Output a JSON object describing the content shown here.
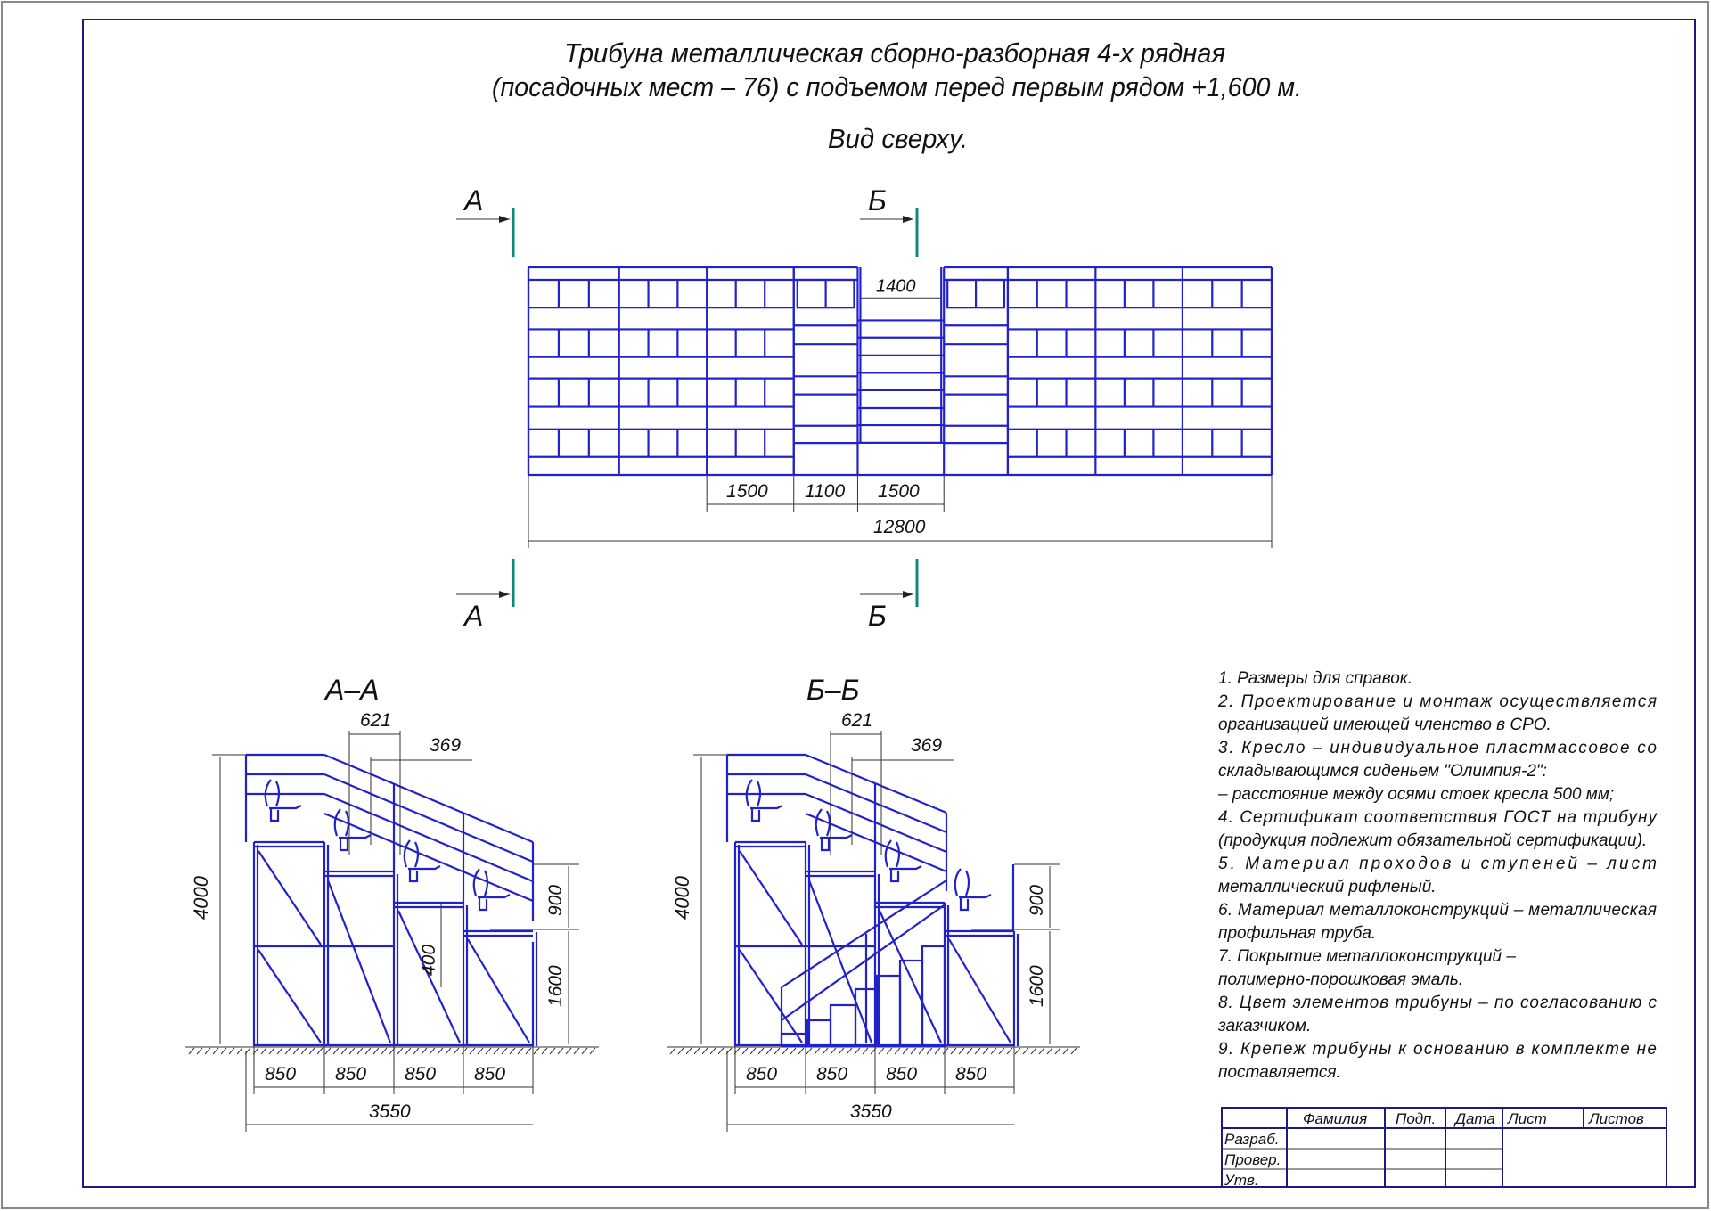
{
  "title": {
    "line1": "Трибуна металлическая сборно-разборная 4-х рядная",
    "line2": "(посадочных мест – 76) с подъемом перед первым рядом +1,600 м.",
    "view": "Вид сверху."
  },
  "section_marks": {
    "a": "А",
    "b": "Б"
  },
  "plan_dims": {
    "aisle": "1400",
    "d1": "1500",
    "d2": "1100",
    "d3": "1500",
    "total": "12800"
  },
  "sections": [
    {
      "label": "А–А",
      "d621": "621",
      "d369": "369",
      "d4000": "4000",
      "d900": "900",
      "d1600": "1600",
      "d400": "400",
      "bays": [
        "850",
        "850",
        "850",
        "850"
      ],
      "total": "3550"
    },
    {
      "label": "Б–Б",
      "d621": "621",
      "d369": "369",
      "d4000": "4000",
      "d900": "900",
      "d1600": "1600",
      "bays": [
        "850",
        "850",
        "850",
        "850"
      ],
      "total": "3550"
    }
  ],
  "notes": [
    "1.  Размеры для справок.",
    "2. Проектирование и монтаж осуществляется",
    "организацией имеющей членство в СРО.",
    "3. Кресло – индивидуальное пластмассовое со",
    "складывающимся сиденьем \"Олимпия-2\":",
    "– расстояние между осями стоек кресла 500 мм;",
    "4. Сертификат соответствия ГОСТ на трибуну",
    "(продукция подлежит обязательной сертификации).",
    "5. Материал проходов и ступеней – лист",
    "металлический рифленый.",
    "6. Материал металлоконструкций – металлическая",
    "профильная труба.",
    "7. Покрытие металлоконструкций –",
    "полимерно-порошковая эмаль.",
    "8. Цвет элементов трибуны – по согласованию с",
    "заказчиком.",
    "9. Крепеж трибуны к основанию в комплекте не",
    "поставляется."
  ],
  "notes_justified": [
    false,
    true,
    false,
    true,
    false,
    false,
    true,
    false,
    true,
    false,
    true,
    false,
    false,
    false,
    true,
    false,
    true,
    false
  ],
  "title_block": {
    "headers": [
      "Фамилия",
      "Подп.",
      "Дата",
      "Лист",
      "Листов"
    ],
    "rows": [
      "Разраб.",
      "Провер.",
      "Утв."
    ]
  },
  "colors": {
    "lines": "#2222cc",
    "frame": "#1a1a80",
    "section_mark": "#0a8a78"
  }
}
